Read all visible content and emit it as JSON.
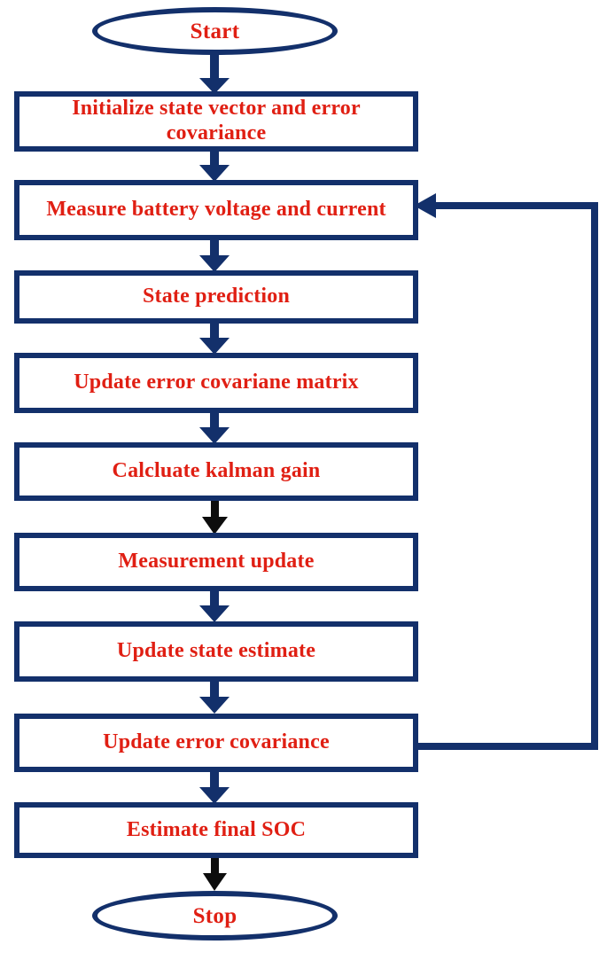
{
  "diagram": {
    "title": "State of Charge estimation using Kalman filter flowchart",
    "type": "flowchart",
    "orientation": "top-to-bottom",
    "colors": {
      "border": "#13306b",
      "text": "#e01f13",
      "background": "#ffffff",
      "arrow_blue": "#13306b",
      "arrow_black": "#0d0d0d"
    },
    "nodes": [
      {
        "id": "start",
        "shape": "ellipse",
        "label": "Start"
      },
      {
        "id": "init",
        "shape": "rectangle",
        "label": "Initialize state vector and error covariance"
      },
      {
        "id": "measure",
        "shape": "rectangle",
        "label": "Measure battery voltage and current"
      },
      {
        "id": "predict",
        "shape": "rectangle",
        "label": "State prediction"
      },
      {
        "id": "updatecov1",
        "shape": "rectangle",
        "label": "Update error covariane matrix"
      },
      {
        "id": "gain",
        "shape": "rectangle",
        "label": "Calcluate kalman gain"
      },
      {
        "id": "measupdate",
        "shape": "rectangle",
        "label": "Measurement update"
      },
      {
        "id": "stateest",
        "shape": "rectangle",
        "label": "Update state estimate"
      },
      {
        "id": "updatecov2",
        "shape": "rectangle",
        "label": "Update error covariance"
      },
      {
        "id": "finalsoc",
        "shape": "rectangle",
        "label": "Estimate final SOC"
      },
      {
        "id": "stop",
        "shape": "ellipse",
        "label": "Stop"
      }
    ],
    "edges": [
      {
        "from": "start",
        "to": "init",
        "style": "arrow-down",
        "color": "blue"
      },
      {
        "from": "init",
        "to": "measure",
        "style": "arrow-down",
        "color": "blue"
      },
      {
        "from": "measure",
        "to": "predict",
        "style": "arrow-down",
        "color": "blue"
      },
      {
        "from": "predict",
        "to": "updatecov1",
        "style": "arrow-down",
        "color": "blue"
      },
      {
        "from": "updatecov1",
        "to": "gain",
        "style": "arrow-down",
        "color": "blue"
      },
      {
        "from": "gain",
        "to": "measupdate",
        "style": "arrow-down",
        "color": "black"
      },
      {
        "from": "measupdate",
        "to": "stateest",
        "style": "arrow-down",
        "color": "blue"
      },
      {
        "from": "stateest",
        "to": "updatecov2",
        "style": "arrow-down",
        "color": "blue"
      },
      {
        "from": "updatecov2",
        "to": "finalsoc",
        "style": "arrow-down",
        "color": "blue"
      },
      {
        "from": "finalsoc",
        "to": "stop",
        "style": "arrow-down",
        "color": "black"
      },
      {
        "from": "updatecov2",
        "to": "measure",
        "style": "feedback-loop-right",
        "color": "blue"
      }
    ]
  }
}
